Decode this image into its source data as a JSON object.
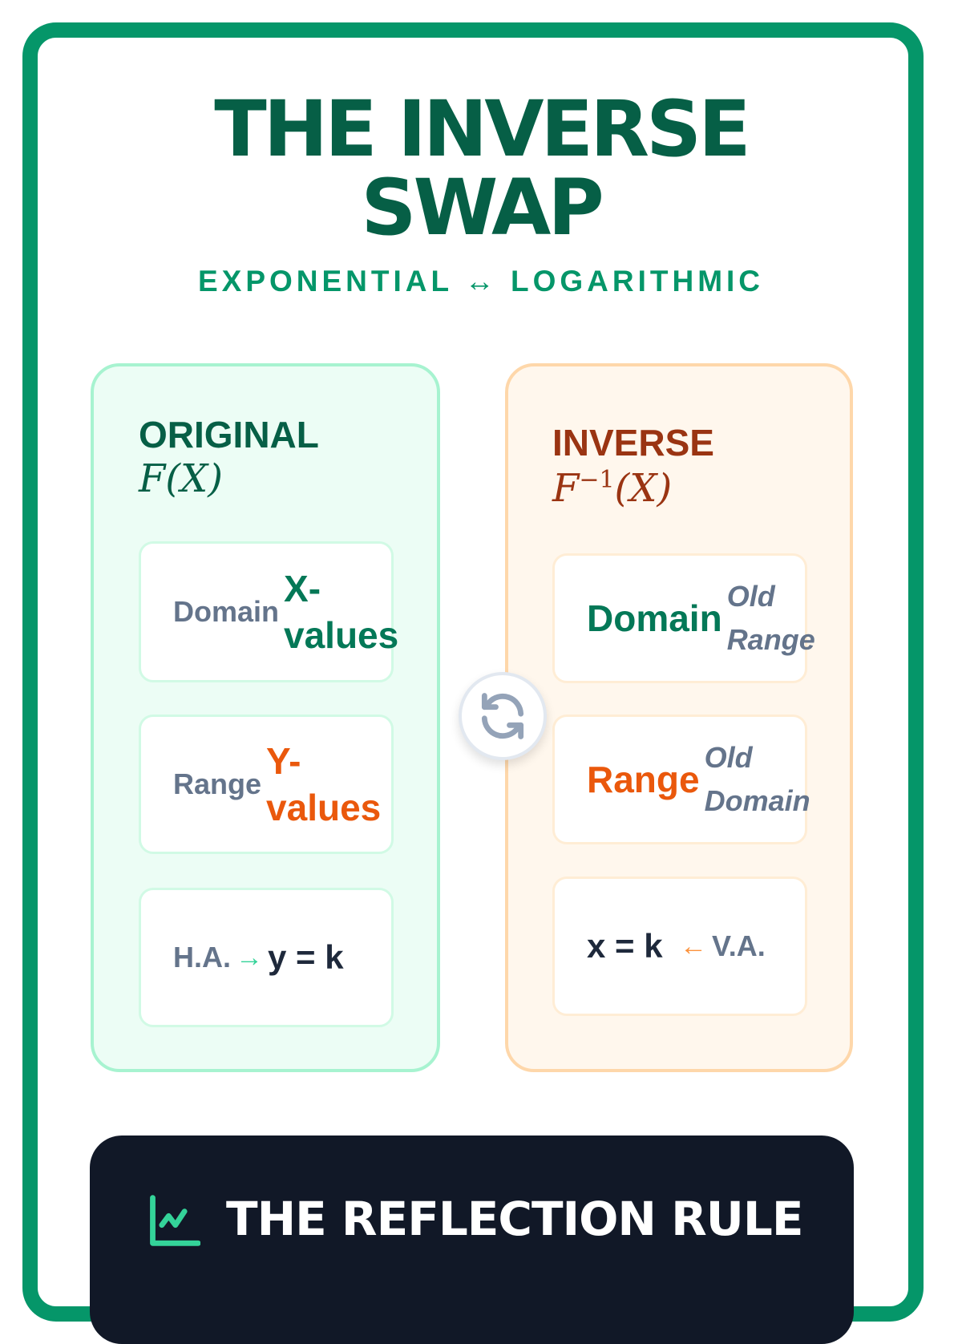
{
  "header": {
    "title_line1": "THE INVERSE",
    "title_line2": "SWAP",
    "subtitle": "EXPONENTIAL ↔ LOGARITHMIC"
  },
  "original": {
    "heading": "ORIGINAL",
    "function": "F(X)",
    "cards": [
      {
        "label": "Domain",
        "value": "X-values"
      },
      {
        "label": "Range",
        "value": "Y-values"
      },
      {
        "label": "H.A.",
        "arrow": "→",
        "value": "y = k"
      }
    ]
  },
  "inverse": {
    "heading": "INVERSE",
    "function": "F",
    "superscript": "−1",
    "argument": "(X)",
    "cards": [
      {
        "label": "Domain",
        "note": "Old Range"
      },
      {
        "label": "Range",
        "note": "Old Domain"
      },
      {
        "value": "x = k",
        "arrow": "←",
        "note": "V.A."
      }
    ]
  },
  "reflection": {
    "title": "THE REFLECTION RULE"
  },
  "colors": {
    "green": "#059669",
    "dark_green": "#065f46",
    "orange": "#ea580c",
    "brown": "#9a3412",
    "navy": "#111827"
  }
}
